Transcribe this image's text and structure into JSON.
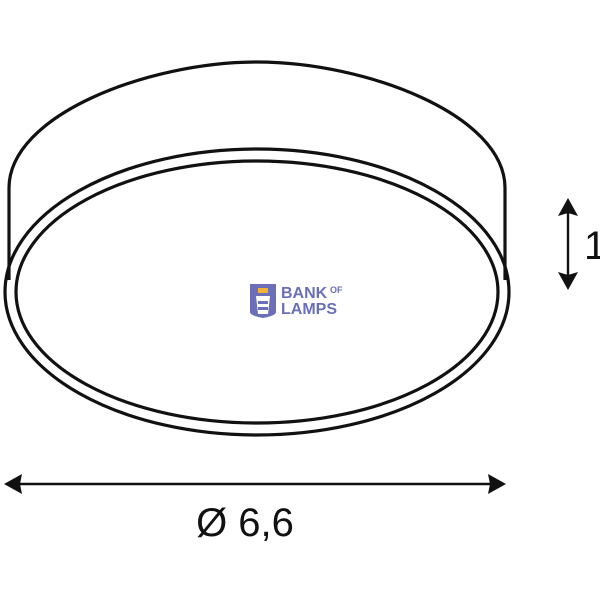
{
  "diagram": {
    "diameter_label": "Ø 6,6",
    "height_label": "1"
  },
  "watermark": {
    "brand_line1": "BANK",
    "brand_line1_small": "OF",
    "brand_line2": "LAMPS",
    "color": "#6a6fb8",
    "accent_color": "#f2b233"
  },
  "colors": {
    "line": "#111111",
    "background": "#ffffff"
  }
}
